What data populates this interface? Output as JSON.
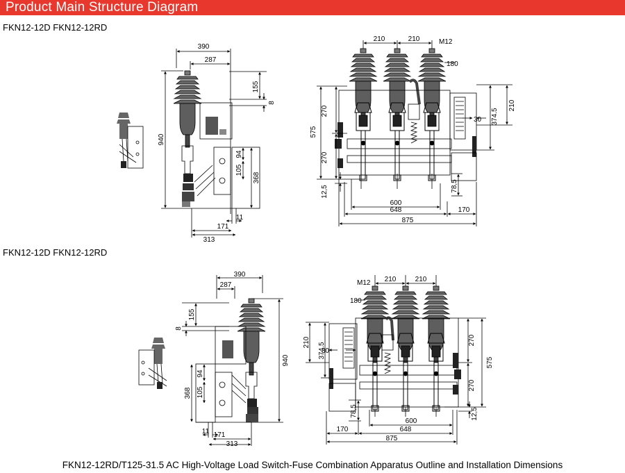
{
  "header": {
    "title": "Product Main Structure Diagram"
  },
  "top": {
    "models": "FKN12-12D   FKN12-12RD",
    "side": {
      "w390": "390",
      "w287": "287",
      "h155": "155",
      "h8": "8",
      "h940": "940",
      "h94": "94",
      "h105": "105",
      "h368": "368",
      "w171": "171",
      "w11": "11",
      "w313": "313"
    },
    "front": {
      "w210a": "210",
      "w210b": "210",
      "m12": "M12",
      "d180": "180",
      "h270a": "270",
      "h270b": "270",
      "h575": "575",
      "h3745": "374.5",
      "h210": "210",
      "d30": "30",
      "h125": "12,5",
      "h785": "78,5",
      "w600": "600",
      "w648": "648",
      "w170": "170",
      "w875": "875"
    }
  },
  "bottom": {
    "models": "FKN12-12D   FKN12-12RD",
    "side": {
      "w390": "390",
      "w287": "287",
      "h155": "155",
      "h8": "8",
      "h940": "940",
      "h94": "94",
      "h105": "105",
      "h368": "368",
      "w171": "171",
      "w11": "11",
      "w313": "313"
    },
    "front": {
      "m12": "M12",
      "w210a": "210",
      "w210b": "210",
      "d180": "180",
      "h210": "210",
      "h3745": "374.5",
      "d30": "30",
      "h270a": "270",
      "h270b": "270",
      "h575": "575",
      "h785": "78,5",
      "h125": "12,5",
      "w600": "600",
      "w648": "648",
      "w170": "170",
      "w875": "875"
    }
  },
  "caption": "FKN12-12RD/T125-31.5 AC High-Voltage Load Switch-Fuse Combination Apparatus Outline and Installation Dimensions"
}
